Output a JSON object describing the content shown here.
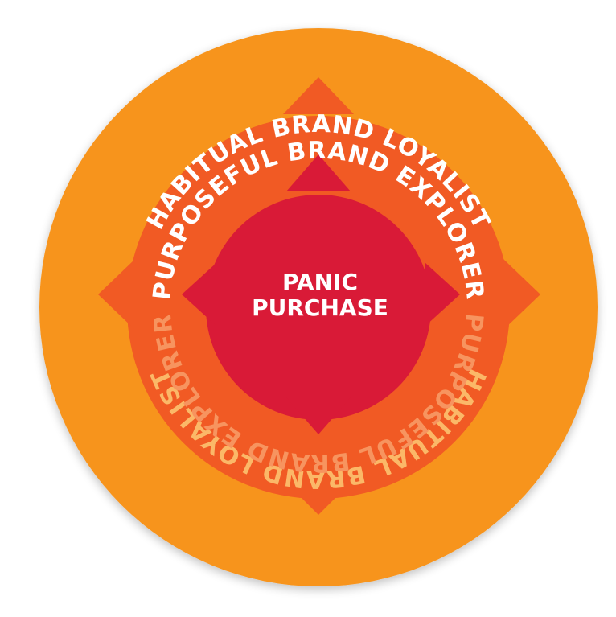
{
  "rings": {
    "outer": {
      "label_top": "HABITUAL BRAND LOYALIST",
      "label_bottom": "HABITUAL BRAND LOYALIST",
      "color": "#F7941E",
      "label_top_color": "#FFFFFF",
      "label_bottom_color": "#FBB868"
    },
    "middle": {
      "label_top": "PURPOSEFUL BRAND EXPLORER",
      "label_bottom": "PURPOSEFUL BRAND EXPLORER",
      "color": "#F15A24",
      "label_top_color": "#FFFFFF",
      "label_bottom_color": "#F7945F"
    },
    "inner": {
      "label_line1": "PANIC",
      "label_line2": "PURCHASE",
      "color": "#D91A37",
      "label_color": "#FFFFFF"
    }
  }
}
